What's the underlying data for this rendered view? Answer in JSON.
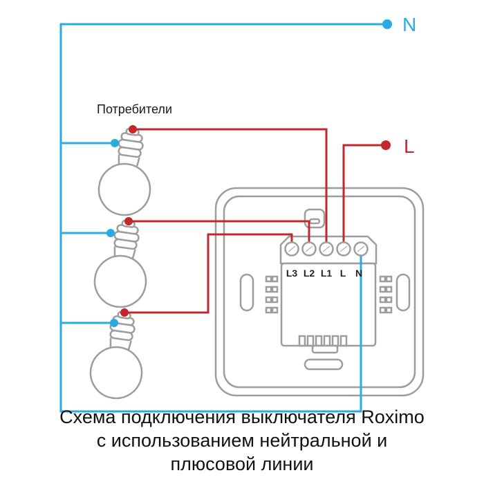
{
  "supply": {
    "neutral_label": "N",
    "line_label": "L"
  },
  "consumers_label": "Потребители",
  "switch": {
    "terminals": [
      "L3",
      "L2",
      "L1",
      "L",
      "N"
    ]
  },
  "caption": {
    "line1": "Схема подключения выключателя Roximo",
    "line2": "с использованием нейтральной и",
    "line3": "плюсовой линии"
  },
  "colors": {
    "neutral_wire": "#29ABE2",
    "line_wire": "#C1272D",
    "device_outline": "#9D9D9C",
    "text": "#1A1A1A"
  }
}
